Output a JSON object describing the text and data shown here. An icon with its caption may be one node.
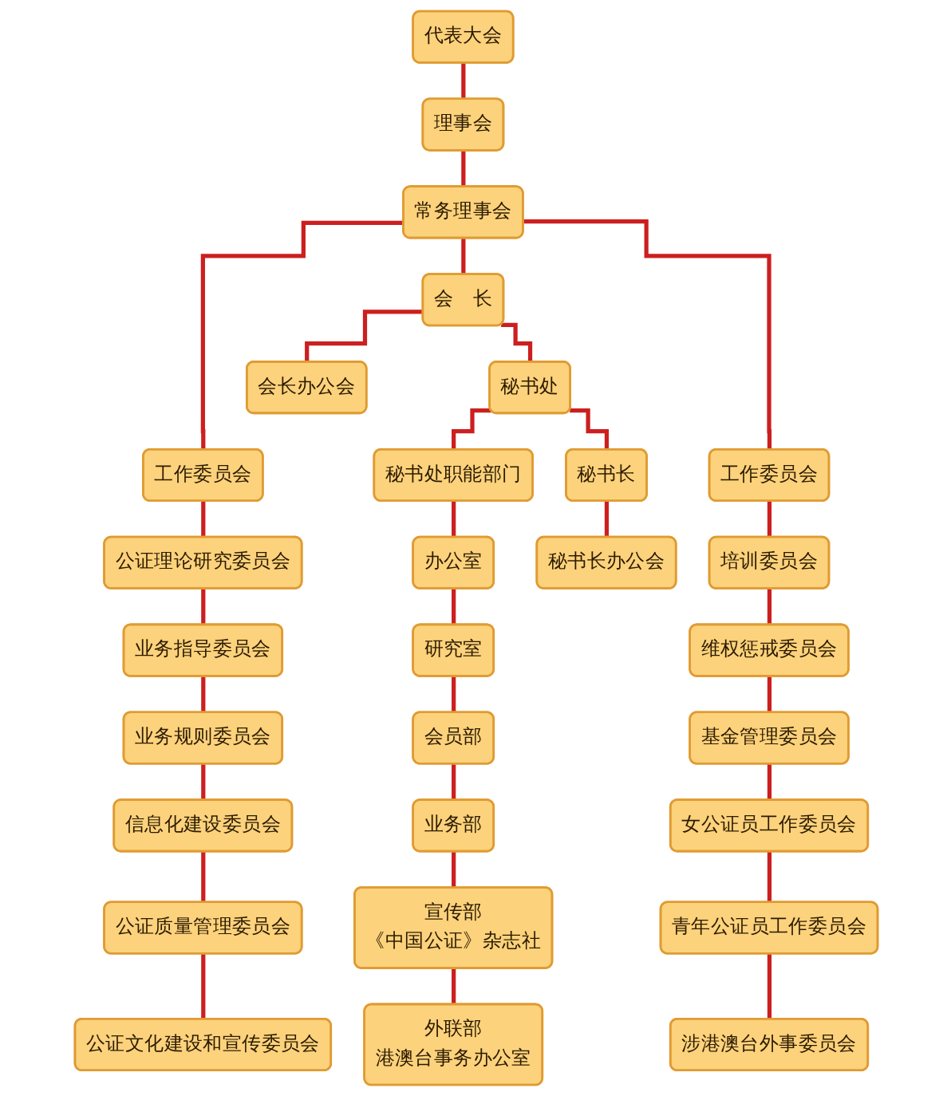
{
  "diagram": {
    "nodes": [
      {
        "text": [
          "代表大会"
        ]
      },
      {
        "text": [
          "理事会"
        ]
      },
      {
        "text": [
          "常务理事会"
        ]
      },
      {
        "text": [
          "会长办公会"
        ]
      },
      {
        "text": [
          "会　长"
        ]
      },
      {
        "text": [
          "秘书处"
        ]
      },
      {
        "text": [
          "秘书长"
        ]
      },
      {
        "text": [
          "秘书长办公会"
        ]
      },
      {
        "text": [
          "工作委员会"
        ]
      },
      {
        "text": [
          "秘书处职能部门"
        ]
      },
      {
        "text": [
          "工作委员会"
        ]
      },
      {
        "text": [
          "公证理论研究委员会"
        ]
      },
      {
        "text": [
          "办公室"
        ]
      },
      {
        "text": [
          "培训委员会"
        ]
      },
      {
        "text": [
          "业务指导委员会"
        ]
      },
      {
        "text": [
          "研究室"
        ]
      },
      {
        "text": [
          "维权惩戒委员会"
        ]
      },
      {
        "text": [
          "业务规则委员会"
        ]
      },
      {
        "text": [
          "会员部"
        ]
      },
      {
        "text": [
          "基金管理委员会"
        ]
      },
      {
        "text": [
          "信息化建设委员会"
        ]
      },
      {
        "text": [
          "业务部"
        ]
      },
      {
        "text": [
          "女公证员工作委员会"
        ]
      },
      {
        "text": [
          "公证质量管理委员会"
        ]
      },
      {
        "text": [
          "宣传部",
          "《中国公证》杂志社"
        ]
      },
      {
        "text": [
          "青年公证员工作委员会"
        ]
      },
      {
        "text": [
          "公证文化建设和宣传委员会"
        ]
      },
      {
        "text": [
          "外联部",
          "港澳台事务办公室"
        ]
      },
      {
        "text": [
          "涉港澳台外事委员会"
        ]
      }
    ],
    "edges": [
      {
        "from": 0,
        "to": 1,
        "arrow": "none"
      },
      {
        "from": 1,
        "to": 2,
        "arrow": "none"
      },
      {
        "from": 2,
        "to": 8,
        "arrow": "none"
      },
      {
        "from": 2,
        "to": 4,
        "arrow": "none"
      },
      {
        "from": 2,
        "to": 10,
        "arrow": "none"
      },
      {
        "from": 4,
        "to": 3,
        "arrow": "none"
      },
      {
        "from": 4,
        "to": 5,
        "arrow": "none"
      },
      {
        "from": 5,
        "to": 9,
        "arrow": "none"
      },
      {
        "from": 5,
        "to": 6,
        "arrow": "none"
      },
      {
        "from": 6,
        "to": 7,
        "arrow": "none"
      },
      {
        "from": 8,
        "to": 11,
        "arrow": "none"
      },
      {
        "from": 11,
        "to": 14,
        "arrow": "none"
      },
      {
        "from": 14,
        "to": 17,
        "arrow": "none"
      },
      {
        "from": 17,
        "to": 20,
        "arrow": "none"
      },
      {
        "from": 20,
        "to": 23,
        "arrow": "none"
      },
      {
        "from": 23,
        "to": 26,
        "arrow": "none"
      },
      {
        "from": 9,
        "to": 12,
        "arrow": "none"
      },
      {
        "from": 12,
        "to": 15,
        "arrow": "none"
      },
      {
        "from": 15,
        "to": 18,
        "arrow": "none"
      },
      {
        "from": 18,
        "to": 21,
        "arrow": "none"
      },
      {
        "from": 21,
        "to": 24,
        "arrow": "none"
      },
      {
        "from": 24,
        "to": 27,
        "arrow": "none"
      },
      {
        "from": 10,
        "to": 13,
        "arrow": "none"
      },
      {
        "from": 13,
        "to": 16,
        "arrow": "none"
      },
      {
        "from": 16,
        "to": 19,
        "arrow": "none"
      },
      {
        "from": 19,
        "to": 22,
        "arrow": "none"
      },
      {
        "from": 22,
        "to": 25,
        "arrow": "none"
      },
      {
        "from": 25,
        "to": 28,
        "arrow": "none"
      }
    ]
  }
}
